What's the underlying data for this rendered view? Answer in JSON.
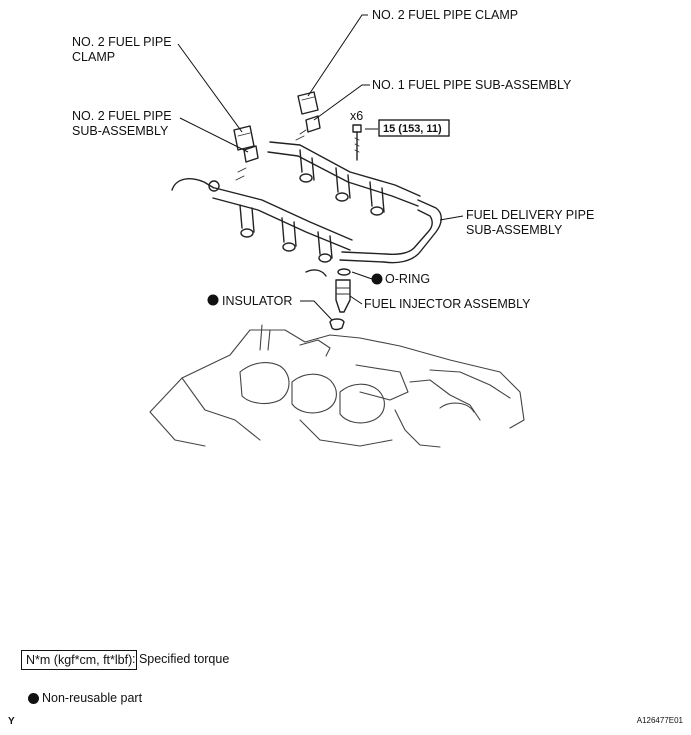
{
  "labels": {
    "no2_clamp_top": "NO. 2 FUEL PIPE CLAMP",
    "no2_clamp_left_line1": "NO. 2 FUEL PIPE",
    "no2_clamp_left_line2": "CLAMP",
    "no1_subassembly": "NO. 1 FUEL PIPE SUB-ASSEMBLY",
    "no2_subassembly_line1": "NO. 2 FUEL PIPE",
    "no2_subassembly_line2": "SUB-ASSEMBLY",
    "bolt_count": "x6",
    "torque_value": "15 (153, 11)",
    "delivery_pipe_line1": "FUEL DELIVERY PIPE",
    "delivery_pipe_line2": "SUB-ASSEMBLY",
    "o_ring": "O-RING",
    "insulator": "INSULATOR",
    "injector": "FUEL INJECTOR ASSEMBLY"
  },
  "legend": {
    "torque_unit_box": "N*m (kgf*cm, ft*lbf)",
    "torque_desc": ": Specified torque",
    "nonreusable": "Non-reusable part"
  },
  "footer": {
    "corner_mark": "Y",
    "figure_id": "A126477E01"
  },
  "icons": {
    "nonreusable_marker": "filled-circle-icon"
  }
}
